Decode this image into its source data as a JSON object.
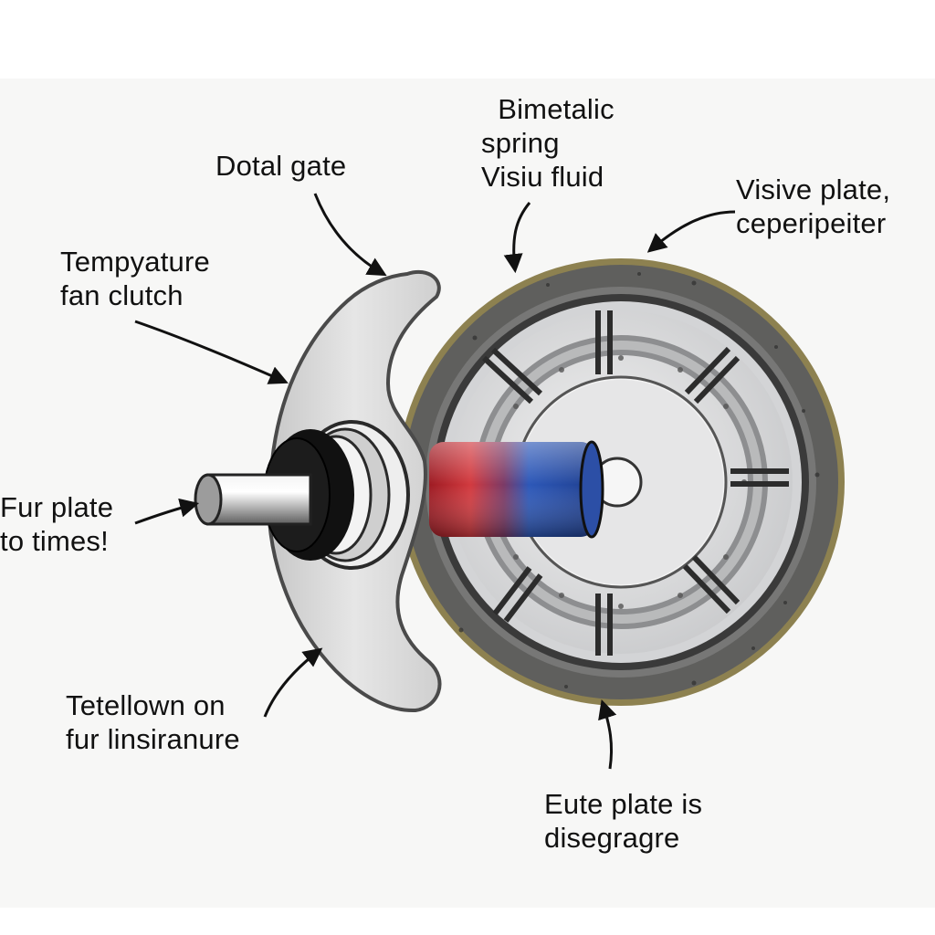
{
  "labels": {
    "dotal_gate": "Dotal gate",
    "bimetallic": [
      "Bimetalic",
      "spring",
      "Visiu fluid"
    ],
    "temperature_clutch": [
      "Tempyature",
      "fan clutch"
    ],
    "visive_plate": [
      "Visive plate,",
      "ceperipeiter"
    ],
    "fur_plate": [
      "Fur plate",
      "to times!"
    ],
    "telldown": [
      "Tetellown on",
      "fur linsiranure"
    ],
    "eute_plate": [
      "Eute plate is",
      "disegragre"
    ]
  },
  "colors": {
    "housing_rim": "#8a7e52",
    "housing_body": "#6d6d6b",
    "plate": "#d9dadb",
    "red_band": "#b8202a",
    "blue_band": "#2a4ea8"
  }
}
